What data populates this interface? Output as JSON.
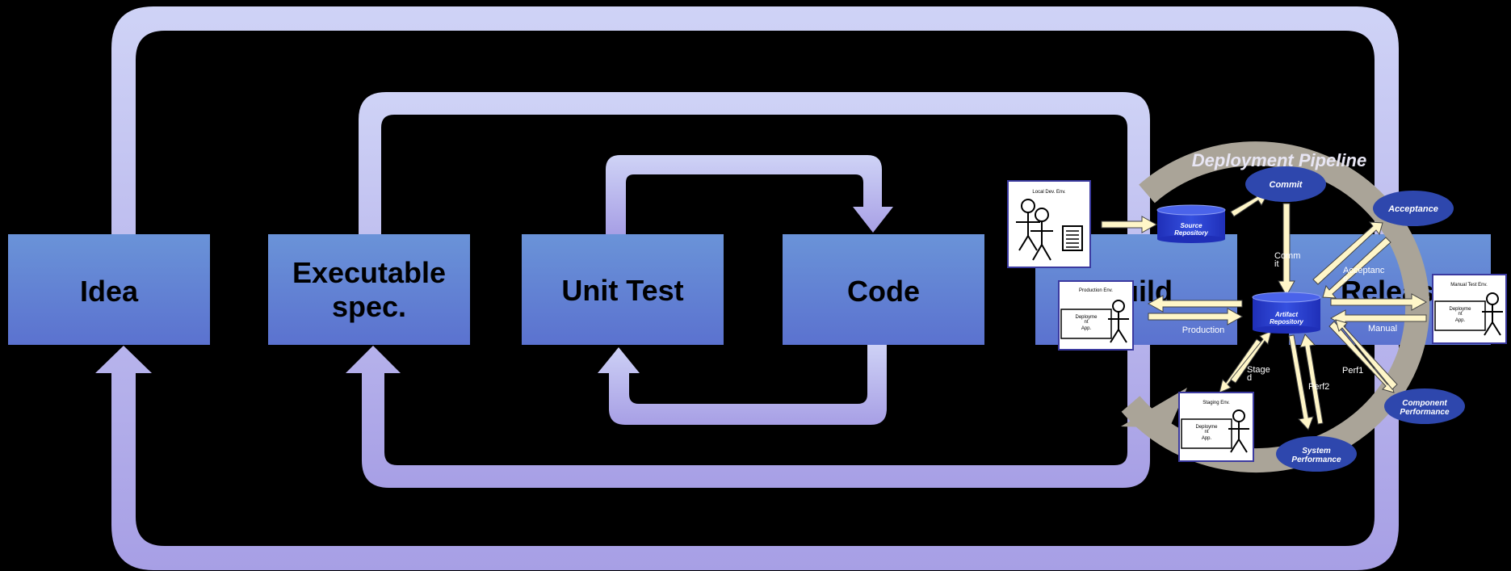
{
  "stages": {
    "idea": "Idea",
    "exec_line1": "Executable",
    "exec_line2": "spec.",
    "unit_test": "Unit Test",
    "code": "Code",
    "build": "Build",
    "release": "Releas"
  },
  "pipeline": {
    "title": "Deployment Pipeline",
    "commit": "Commit",
    "acceptance": "Acceptance",
    "source_repo_line1": "Source",
    "source_repo_line2": "Repository",
    "artifact_repo_line1": "Artifact",
    "artifact_repo_line2": "Repository",
    "component_perf_line1": "Component",
    "component_perf_line2": "Performance",
    "system_perf_line1": "System",
    "system_perf_line2": "Performance"
  },
  "arrow_labels": {
    "commit_line1": "Comm",
    "commit_line2": "it",
    "acceptance_line1": "Acceptanc",
    "acceptance_line2": "e",
    "production": "Production",
    "manual": "Manual",
    "staged_line1": "Stage",
    "staged_line2": "d",
    "perf1": "Perf1",
    "perf2": "Perf2"
  },
  "environments": {
    "local": "Local Dev. Env.",
    "production": "Production Env.",
    "staging": "Staging Env.",
    "manual_test": "Manual Test Env.",
    "deploy_line1": "Deployme",
    "deploy_line2": "nt",
    "deploy_line3": "App."
  },
  "colors": {
    "stage_fill_top": "#6a93d8",
    "stage_fill_bottom": "#5b72cf",
    "loop_light": "#cdd0f5",
    "loop_dark": "#a9a3e6",
    "pipeline_ring": "#aaa498",
    "ellipse": "#2e47ad",
    "arrow_fill": "#fff6c8"
  }
}
